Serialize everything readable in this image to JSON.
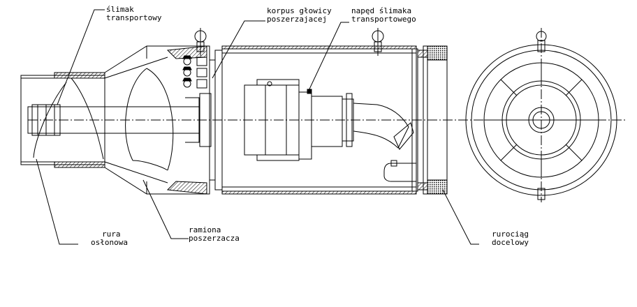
{
  "labels": {
    "slimak": [
      "ślimak",
      "transportowy"
    ],
    "korpus": [
      "korpus głowicy",
      "poszerzajacej"
    ],
    "naped": [
      "napęd ślimaka",
      "transportowego"
    ],
    "rura": [
      "rura",
      "osłonowa"
    ],
    "ramiona": [
      "ramiona",
      "poszerzacza"
    ],
    "rurociag": [
      "rurociąg",
      "docelowy"
    ]
  }
}
